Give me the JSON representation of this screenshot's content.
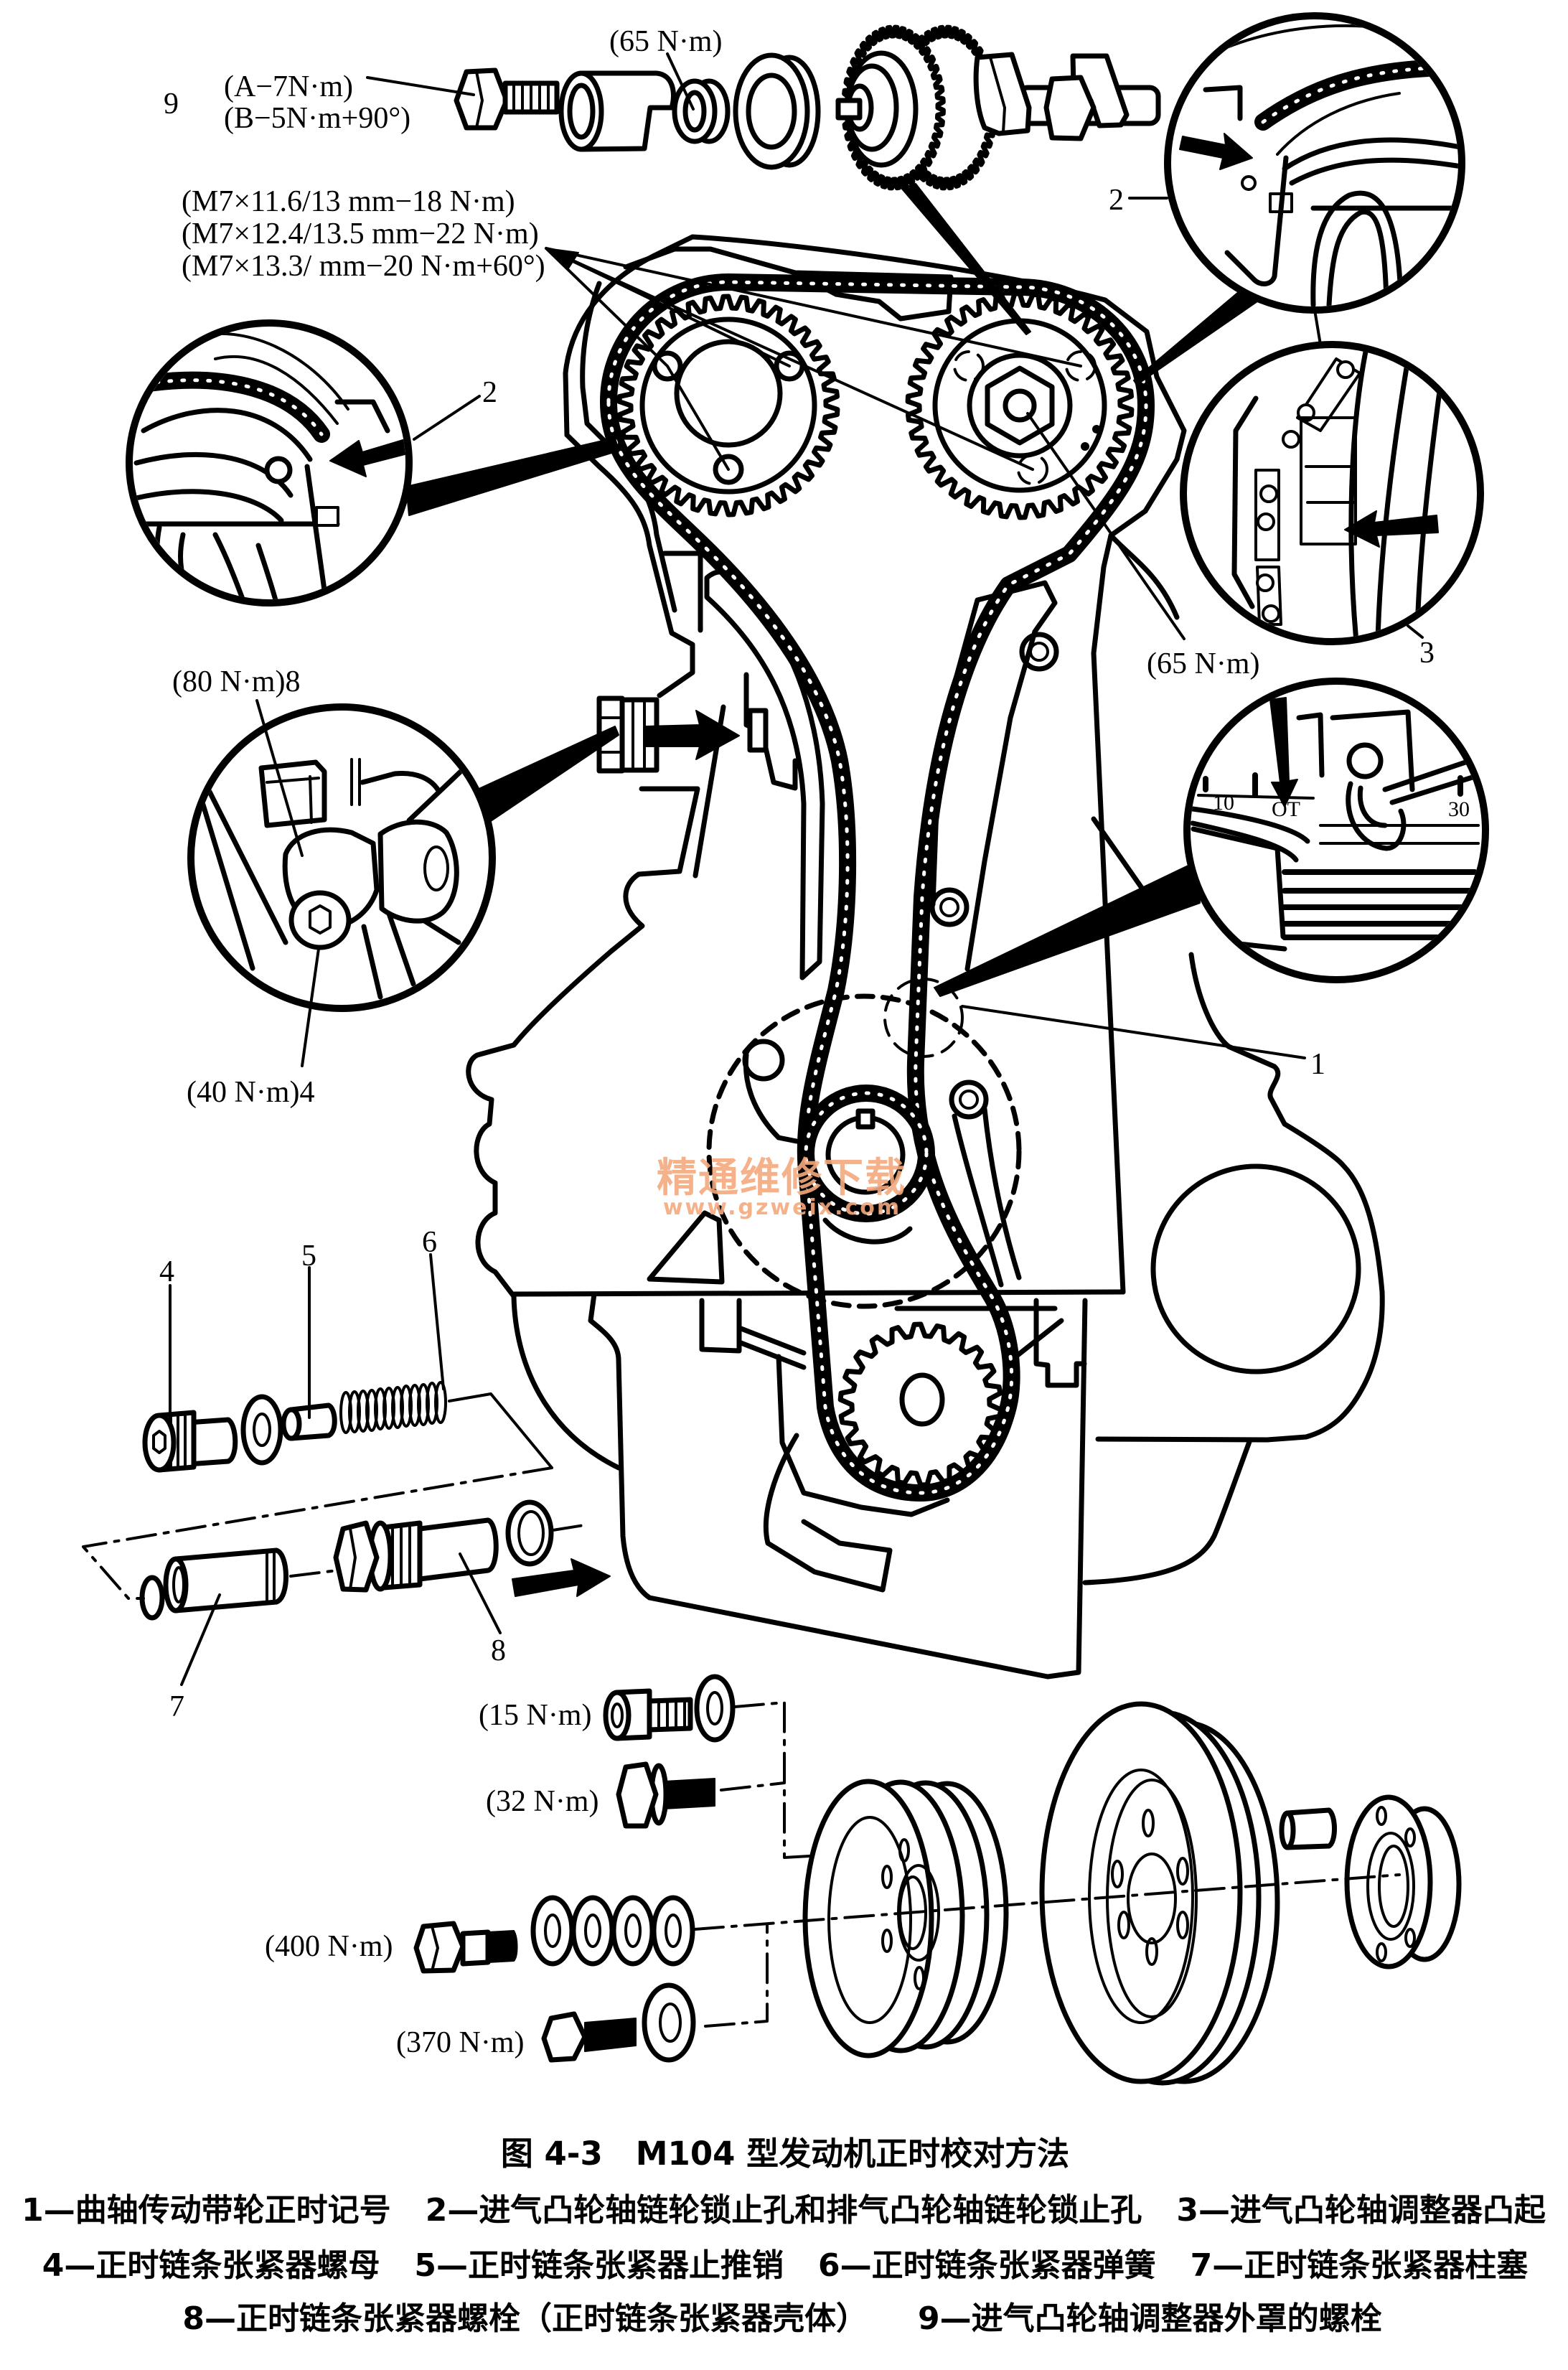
{
  "figure": {
    "caption_number": "图 4-3",
    "caption_title": "M104 型发动机正时校对方法",
    "legend_separator": "—",
    "legend_rows": [
      [
        {
          "num": "1",
          "text": "曲轴传动带轮正时记号"
        },
        {
          "num": "2",
          "text": "进气凸轮轴链轮锁止孔和排气凸轮轴链轮锁止孔"
        },
        {
          "num": "3",
          "text": "进气凸轮轴调整器凸起"
        }
      ],
      [
        {
          "num": "4",
          "text": "正时链条张紧器螺母"
        },
        {
          "num": "5",
          "text": "正时链条张紧器止推销"
        },
        {
          "num": "6",
          "text": "正时链条张紧器弹簧"
        },
        {
          "num": "7",
          "text": "正时链条张紧器柱塞"
        }
      ],
      [
        {
          "num": "8",
          "text": "正时链条张紧器螺栓（正时链条张紧器壳体）"
        },
        {
          "num": "9",
          "text": "进气凸轮轴调整器外罩的螺栓"
        }
      ]
    ]
  },
  "callouts": {
    "part_9": "9",
    "bolt_9_torque_a": "(A−7N·m)",
    "bolt_9_torque_b": "(B−5N·m+90°)",
    "adjuster_nut_torque": "(65 N·m)",
    "camshaft_sprocket_bolt_specs": [
      "(M7×11.6/13 mm−18 N·m)",
      "(M7×12.4/13.5 mm−22 N·m)",
      "(M7×13.3/ mm−20 N·m+60°)"
    ],
    "lock_hole_right": "2",
    "lock_hole_left": "2",
    "adjuster_lug": "3",
    "exhaust_sprocket_bolt_torque": "(65 N·m)",
    "tensioner_bolt": "(80 N·m)8",
    "tensioner_nut": "(40 N·m)4",
    "crank_timing_mark": "1",
    "part_4": "4",
    "part_5": "5",
    "part_6": "6",
    "part_7": "7",
    "part_8": "8",
    "pulley_bolt_15": "(15 N·m)",
    "pulley_bolt_32": "(32 N·m)",
    "central_bolt_400": "(400 N·m)",
    "central_bolt_370": "(370 N·m)"
  },
  "timing_scale": {
    "marks": [
      "10",
      "OT",
      "30"
    ]
  },
  "watermark": {
    "text": "精通维修下载",
    "site": "www.gzweix.com"
  },
  "colors": {
    "ink": "#000000",
    "paper": "#ffffff",
    "watermark": "#f4a97e"
  }
}
